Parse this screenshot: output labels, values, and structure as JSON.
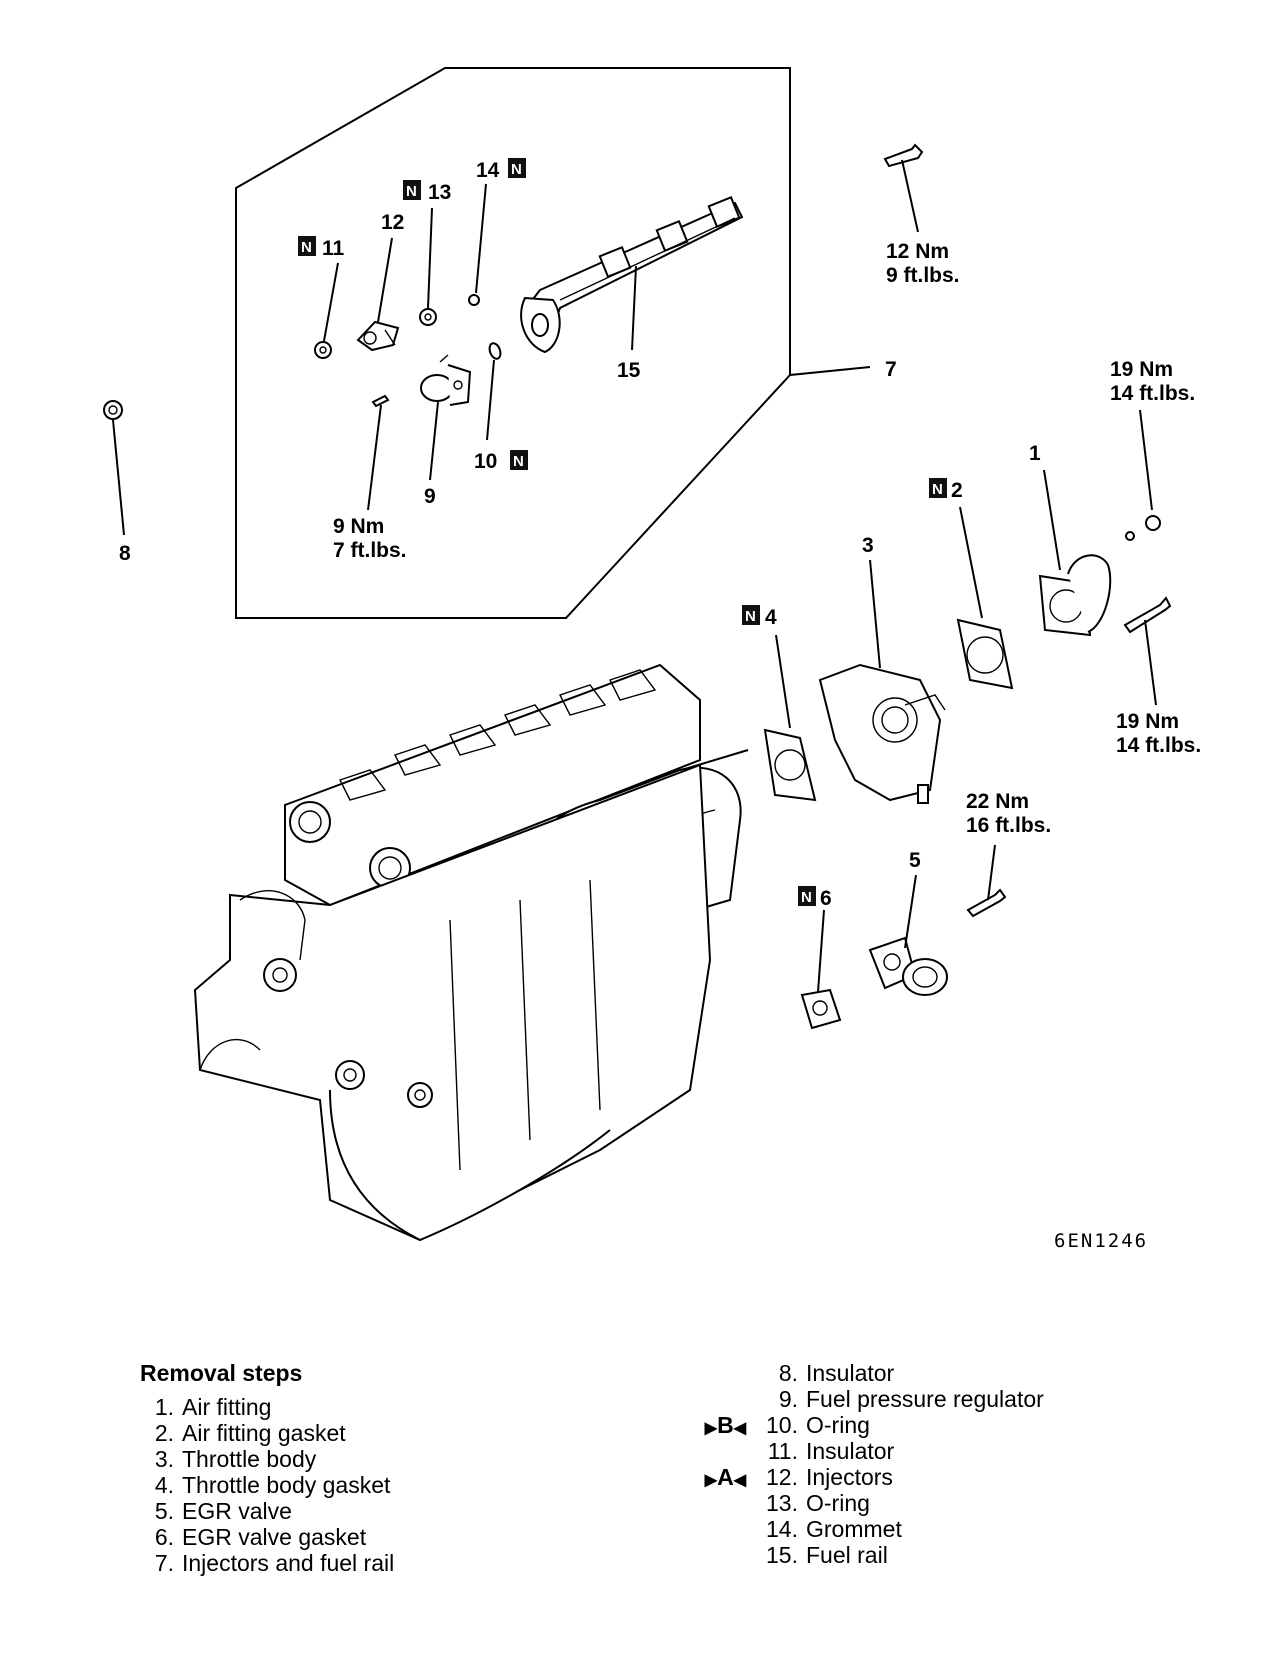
{
  "figure_code": "6EN1246",
  "callouts": {
    "p1": "1",
    "p2": "2",
    "p3": "3",
    "p4": "4",
    "p5": "5",
    "p6": "6",
    "p7": "7",
    "p8": "8",
    "p9": "9",
    "p10": "10",
    "p11": "11",
    "p12": "12",
    "p13": "13",
    "p14": "14",
    "p15": "15"
  },
  "n_mark": "N",
  "torques": {
    "t12": [
      "12 Nm",
      "9 ft.lbs."
    ],
    "t19a": [
      "19 Nm",
      "14 ft.lbs."
    ],
    "t19b": [
      "19 Nm",
      "14 ft.lbs."
    ],
    "t9": [
      "9 Nm",
      "7 ft.lbs."
    ],
    "t22": [
      "22 Nm",
      "16 ft.lbs."
    ]
  },
  "removal_steps": {
    "heading": "Removal steps",
    "items": [
      {
        "num": "1.",
        "text": "Air fitting",
        "mark": ""
      },
      {
        "num": "2.",
        "text": "Air fitting gasket",
        "mark": ""
      },
      {
        "num": "3.",
        "text": "Throttle body",
        "mark": ""
      },
      {
        "num": "4.",
        "text": "Throttle body gasket",
        "mark": ""
      },
      {
        "num": "5.",
        "text": "EGR valve",
        "mark": ""
      },
      {
        "num": "6.",
        "text": "EGR valve gasket",
        "mark": ""
      },
      {
        "num": "7.",
        "text": "Injectors and fuel rail",
        "mark": ""
      },
      {
        "num": "8.",
        "text": "Insulator",
        "mark": ""
      },
      {
        "num": "9.",
        "text": "Fuel pressure regulator",
        "mark": ""
      },
      {
        "num": "10.",
        "text": "O-ring",
        "mark": "B"
      },
      {
        "num": "11.",
        "text": "Insulator",
        "mark": ""
      },
      {
        "num": "12.",
        "text": "Injectors",
        "mark": "A"
      },
      {
        "num": "13.",
        "text": "O-ring",
        "mark": ""
      },
      {
        "num": "14.",
        "text": "Grommet",
        "mark": ""
      },
      {
        "num": "15.",
        "text": "Fuel rail",
        "mark": ""
      }
    ]
  }
}
